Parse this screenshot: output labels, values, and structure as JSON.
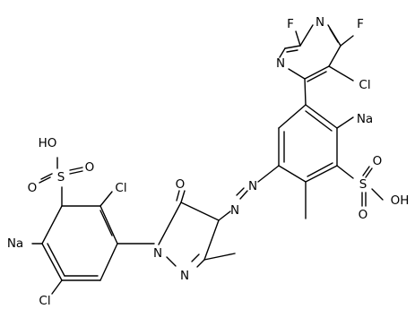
{
  "colors": {
    "background": "#ffffff",
    "ink": "#000000"
  },
  "labels": {
    "F_top_left": "F",
    "F_top_right": "F",
    "N_pyr_upper": "N",
    "N_pyr_lower": "N",
    "Cl_pyrimidine": "Cl",
    "Na_right": "Na",
    "SO3H_left_group": "HO",
    "S_left": "S",
    "O_left_top": "O",
    "O_left_bottom": "O",
    "Cl_upper_left_ring": "Cl",
    "Na_left": "Na",
    "Cl_lower_left_ring": "Cl",
    "O_ketone": "O",
    "N_pz_1": "N",
    "N_pz_2": "N",
    "N_azo_1": "N",
    "N_azo_2": "N",
    "S_right": "S",
    "O_right_top": "O",
    "O_right_bottom": "O",
    "OH_right": "OH"
  }
}
